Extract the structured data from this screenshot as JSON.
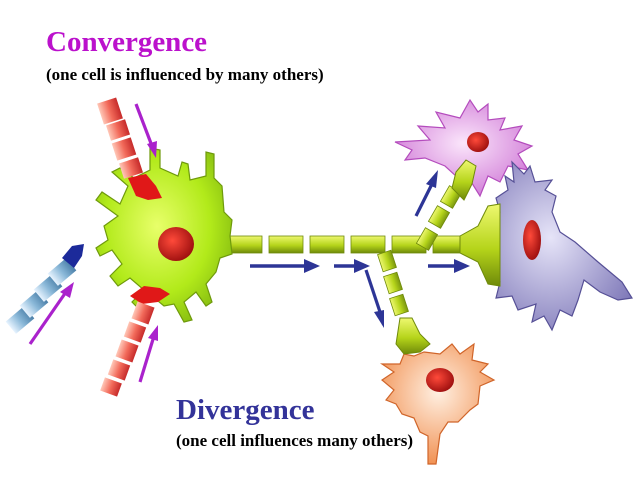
{
  "convergence": {
    "title": "Convergence",
    "subtitle": "(one cell is influenced by many others)",
    "title_color": "#bb11cc"
  },
  "divergence": {
    "title": "Divergence",
    "subtitle": "(one cell influences many others)",
    "title_color": "#333399"
  },
  "colors": {
    "central_neuron": "#b2ea1a",
    "axon": "#b5d41a",
    "nucleus": "#c41a1a",
    "convergence_arrows": "#aa22cc",
    "divergence_arrows": "#2d3596",
    "input_axon_top": "#f26a5a",
    "input_axon_left": "#8ab8d8",
    "input_axon_bottom": "#f26a5a",
    "target_top": "#e7a6e8",
    "target_right": "#a8a4d8",
    "target_bottom": "#f2a878"
  }
}
